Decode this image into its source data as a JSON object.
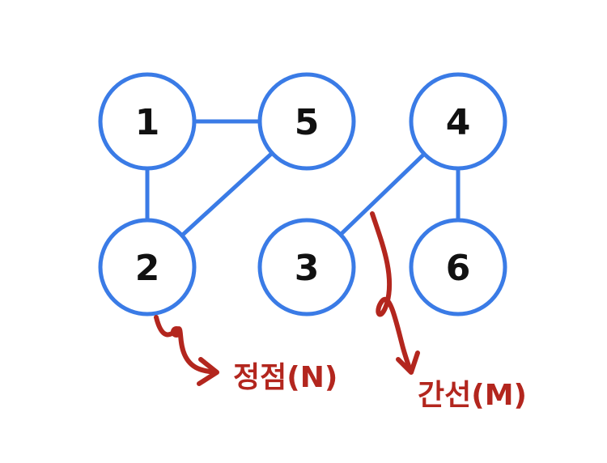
{
  "graph": {
    "nodes": [
      {
        "id": "1",
        "label": "1"
      },
      {
        "id": "5",
        "label": "5"
      },
      {
        "id": "4",
        "label": "4"
      },
      {
        "id": "2",
        "label": "2"
      },
      {
        "id": "3",
        "label": "3"
      },
      {
        "id": "6",
        "label": "6"
      }
    ],
    "edges": [
      {
        "from": "1",
        "to": "5"
      },
      {
        "from": "1",
        "to": "2"
      },
      {
        "from": "2",
        "to": "5"
      },
      {
        "from": "3",
        "to": "4"
      },
      {
        "from": "4",
        "to": "6"
      }
    ]
  },
  "annotations": {
    "vertex_label": "정점(N)",
    "edge_label": "간선(M)"
  },
  "colors": {
    "node_stroke": "#3a7be6",
    "edge_stroke": "#3a7be6",
    "node_fill": "#ffffff",
    "annotation": "#b3261e",
    "text": "#111111"
  }
}
